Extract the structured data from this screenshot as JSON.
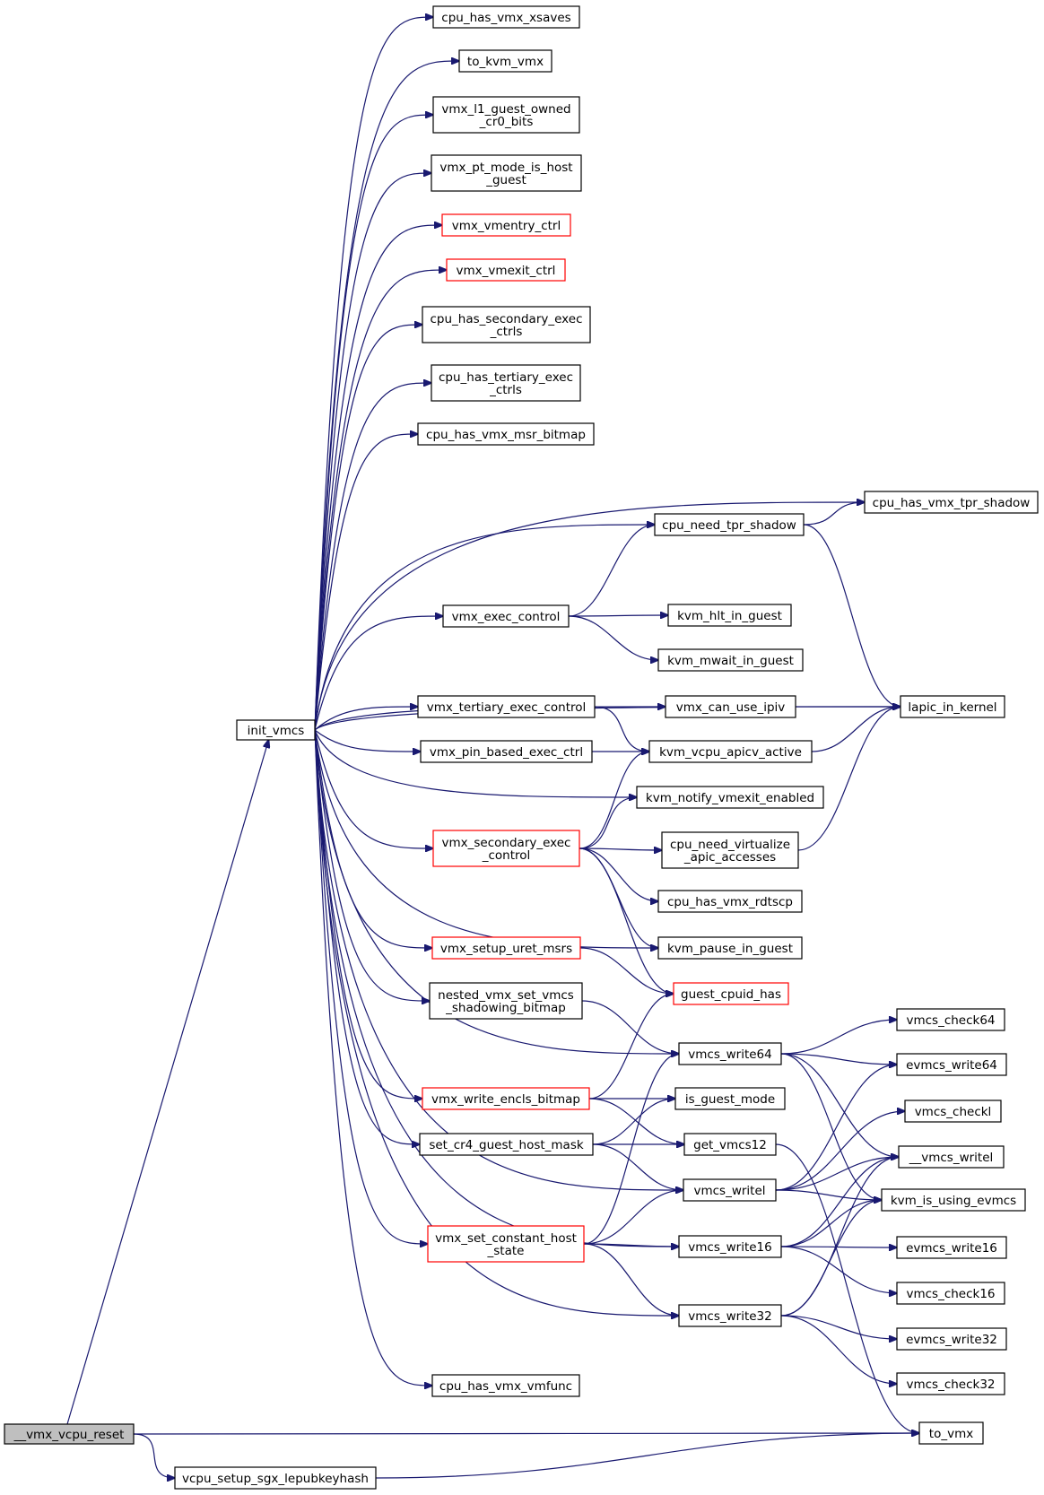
{
  "graph": {
    "title": "",
    "nodes": [
      {
        "id": "vmx_vcpu_reset",
        "label": [
          "__vmx_vcpu_reset"
        ],
        "style": "root"
      },
      {
        "id": "init_vmcs",
        "label": [
          "init_vmcs"
        ],
        "style": "normal"
      },
      {
        "id": "vcpu_setup_sgx_lepubkeyhash",
        "label": [
          "vcpu_setup_sgx_lepubkeyhash"
        ],
        "style": "normal"
      },
      {
        "id": "to_vmx",
        "label": [
          "to_vmx"
        ],
        "style": "normal"
      },
      {
        "id": "cpu_has_vmx_xsaves",
        "label": [
          "cpu_has_vmx_xsaves"
        ],
        "style": "normal"
      },
      {
        "id": "to_kvm_vmx",
        "label": [
          "to_kvm_vmx"
        ],
        "style": "normal"
      },
      {
        "id": "vmx_l1_guest_owned_cr0_bits",
        "label": [
          "vmx_l1_guest_owned",
          "_cr0_bits"
        ],
        "style": "normal"
      },
      {
        "id": "vmx_pt_mode_is_host_guest",
        "label": [
          "vmx_pt_mode_is_host",
          "_guest"
        ],
        "style": "normal"
      },
      {
        "id": "vmx_vmentry_ctrl",
        "label": [
          "vmx_vmentry_ctrl"
        ],
        "style": "red"
      },
      {
        "id": "vmx_vmexit_ctrl",
        "label": [
          "vmx_vmexit_ctrl"
        ],
        "style": "red"
      },
      {
        "id": "cpu_has_secondary_exec_ctrls",
        "label": [
          "cpu_has_secondary_exec",
          "_ctrls"
        ],
        "style": "normal"
      },
      {
        "id": "cpu_has_tertiary_exec_ctrls",
        "label": [
          "cpu_has_tertiary_exec",
          "_ctrls"
        ],
        "style": "normal"
      },
      {
        "id": "cpu_has_vmx_msr_bitmap",
        "label": [
          "cpu_has_vmx_msr_bitmap"
        ],
        "style": "normal"
      },
      {
        "id": "cpu_has_vmx_tpr_shadow",
        "label": [
          "cpu_has_vmx_tpr_shadow"
        ],
        "style": "normal"
      },
      {
        "id": "cpu_need_tpr_shadow",
        "label": [
          "cpu_need_tpr_shadow"
        ],
        "style": "normal"
      },
      {
        "id": "vmx_exec_control",
        "label": [
          "vmx_exec_control"
        ],
        "style": "normal"
      },
      {
        "id": "kvm_hlt_in_guest",
        "label": [
          "kvm_hlt_in_guest"
        ],
        "style": "normal"
      },
      {
        "id": "kvm_mwait_in_guest",
        "label": [
          "kvm_mwait_in_guest"
        ],
        "style": "normal"
      },
      {
        "id": "vmx_can_use_ipiv",
        "label": [
          "vmx_can_use_ipiv"
        ],
        "style": "normal"
      },
      {
        "id": "lapic_in_kernel",
        "label": [
          "lapic_in_kernel"
        ],
        "style": "normal"
      },
      {
        "id": "vmx_tertiary_exec_control",
        "label": [
          "vmx_tertiary_exec_control"
        ],
        "style": "normal"
      },
      {
        "id": "vmx_pin_based_exec_ctrl",
        "label": [
          "vmx_pin_based_exec_ctrl"
        ],
        "style": "normal"
      },
      {
        "id": "kvm_vcpu_apicv_active",
        "label": [
          "kvm_vcpu_apicv_active"
        ],
        "style": "normal"
      },
      {
        "id": "kvm_notify_vmexit_enabled",
        "label": [
          "kvm_notify_vmexit_enabled"
        ],
        "style": "normal"
      },
      {
        "id": "vmx_secondary_exec_control",
        "label": [
          "vmx_secondary_exec",
          "_control"
        ],
        "style": "red"
      },
      {
        "id": "cpu_need_virtualize_apic_accesses",
        "label": [
          "cpu_need_virtualize",
          "_apic_accesses"
        ],
        "style": "normal"
      },
      {
        "id": "cpu_has_vmx_rdtscp",
        "label": [
          "cpu_has_vmx_rdtscp"
        ],
        "style": "normal"
      },
      {
        "id": "vmx_setup_uret_msrs",
        "label": [
          "vmx_setup_uret_msrs"
        ],
        "style": "red"
      },
      {
        "id": "kvm_pause_in_guest",
        "label": [
          "kvm_pause_in_guest"
        ],
        "style": "normal"
      },
      {
        "id": "nested_vmx_set_vmcs_shadowing_bitmap",
        "label": [
          "nested_vmx_set_vmcs",
          "_shadowing_bitmap"
        ],
        "style": "normal"
      },
      {
        "id": "guest_cpuid_has",
        "label": [
          "guest_cpuid_has"
        ],
        "style": "red"
      },
      {
        "id": "vmcs_write64",
        "label": [
          "vmcs_write64"
        ],
        "style": "normal"
      },
      {
        "id": "vmcs_check64",
        "label": [
          "vmcs_check64"
        ],
        "style": "normal"
      },
      {
        "id": "evmcs_write64",
        "label": [
          "evmcs_write64"
        ],
        "style": "normal"
      },
      {
        "id": "vmx_write_encls_bitmap",
        "label": [
          "vmx_write_encls_bitmap"
        ],
        "style": "red"
      },
      {
        "id": "is_guest_mode",
        "label": [
          "is_guest_mode"
        ],
        "style": "normal"
      },
      {
        "id": "vmcs_checkl",
        "label": [
          "vmcs_checkl"
        ],
        "style": "normal"
      },
      {
        "id": "set_cr4_guest_host_mask",
        "label": [
          "set_cr4_guest_host_mask"
        ],
        "style": "normal"
      },
      {
        "id": "get_vmcs12",
        "label": [
          "get_vmcs12"
        ],
        "style": "normal"
      },
      {
        "id": "vmcs_writel_internal",
        "label": [
          "__vmcs_writel"
        ],
        "style": "normal"
      },
      {
        "id": "vmcs_writel",
        "label": [
          "vmcs_writel"
        ],
        "style": "normal"
      },
      {
        "id": "kvm_is_using_evmcs",
        "label": [
          "kvm_is_using_evmcs"
        ],
        "style": "normal"
      },
      {
        "id": "vmx_set_constant_host_state",
        "label": [
          "vmx_set_constant_host",
          "_state"
        ],
        "style": "red"
      },
      {
        "id": "vmcs_write16",
        "label": [
          "vmcs_write16"
        ],
        "style": "normal"
      },
      {
        "id": "evmcs_write16",
        "label": [
          "evmcs_write16"
        ],
        "style": "normal"
      },
      {
        "id": "vmcs_check16",
        "label": [
          "vmcs_check16"
        ],
        "style": "normal"
      },
      {
        "id": "vmcs_write32",
        "label": [
          "vmcs_write32"
        ],
        "style": "normal"
      },
      {
        "id": "evmcs_write32",
        "label": [
          "evmcs_write32"
        ],
        "style": "normal"
      },
      {
        "id": "vmcs_check32",
        "label": [
          "vmcs_check32"
        ],
        "style": "normal"
      },
      {
        "id": "cpu_has_vmx_vmfunc",
        "label": [
          "cpu_has_vmx_vmfunc"
        ],
        "style": "normal"
      }
    ],
    "edges": [
      [
        "vmx_vcpu_reset",
        "init_vmcs"
      ],
      [
        "vmx_vcpu_reset",
        "to_vmx"
      ],
      [
        "vmx_vcpu_reset",
        "vcpu_setup_sgx_lepubkeyhash"
      ],
      [
        "vcpu_setup_sgx_lepubkeyhash",
        "to_vmx"
      ],
      [
        "init_vmcs",
        "cpu_has_vmx_xsaves"
      ],
      [
        "init_vmcs",
        "to_kvm_vmx"
      ],
      [
        "init_vmcs",
        "vmx_l1_guest_owned_cr0_bits"
      ],
      [
        "init_vmcs",
        "vmx_pt_mode_is_host_guest"
      ],
      [
        "init_vmcs",
        "vmx_vmentry_ctrl"
      ],
      [
        "init_vmcs",
        "vmx_vmexit_ctrl"
      ],
      [
        "init_vmcs",
        "cpu_has_secondary_exec_ctrls"
      ],
      [
        "init_vmcs",
        "cpu_has_tertiary_exec_ctrls"
      ],
      [
        "init_vmcs",
        "cpu_has_vmx_msr_bitmap"
      ],
      [
        "init_vmcs",
        "cpu_has_vmx_tpr_shadow"
      ],
      [
        "init_vmcs",
        "cpu_need_tpr_shadow"
      ],
      [
        "init_vmcs",
        "lapic_in_kernel"
      ],
      [
        "init_vmcs",
        "vmx_exec_control"
      ],
      [
        "init_vmcs",
        "vmx_can_use_ipiv"
      ],
      [
        "init_vmcs",
        "vmx_tertiary_exec_control"
      ],
      [
        "init_vmcs",
        "vmx_pin_based_exec_ctrl"
      ],
      [
        "init_vmcs",
        "kvm_notify_vmexit_enabled"
      ],
      [
        "init_vmcs",
        "vmx_secondary_exec_control"
      ],
      [
        "init_vmcs",
        "kvm_pause_in_guest"
      ],
      [
        "init_vmcs",
        "vmx_setup_uret_msrs"
      ],
      [
        "init_vmcs",
        "nested_vmx_set_vmcs_shadowing_bitmap"
      ],
      [
        "init_vmcs",
        "vmcs_write64"
      ],
      [
        "init_vmcs",
        "vmx_write_encls_bitmap"
      ],
      [
        "init_vmcs",
        "set_cr4_guest_host_mask"
      ],
      [
        "init_vmcs",
        "vmcs_writel"
      ],
      [
        "init_vmcs",
        "vmx_set_constant_host_state"
      ],
      [
        "init_vmcs",
        "vmcs_write16"
      ],
      [
        "init_vmcs",
        "vmcs_write32"
      ],
      [
        "init_vmcs",
        "cpu_has_vmx_vmfunc"
      ],
      [
        "cpu_need_tpr_shadow",
        "cpu_has_vmx_tpr_shadow"
      ],
      [
        "cpu_need_tpr_shadow",
        "lapic_in_kernel"
      ],
      [
        "vmx_exec_control",
        "cpu_need_tpr_shadow"
      ],
      [
        "vmx_exec_control",
        "kvm_hlt_in_guest"
      ],
      [
        "vmx_exec_control",
        "kvm_mwait_in_guest"
      ],
      [
        "vmx_can_use_ipiv",
        "lapic_in_kernel"
      ],
      [
        "vmx_tertiary_exec_control",
        "kvm_vcpu_apicv_active"
      ],
      [
        "vmx_pin_based_exec_ctrl",
        "kvm_vcpu_apicv_active"
      ],
      [
        "kvm_vcpu_apicv_active",
        "lapic_in_kernel"
      ],
      [
        "vmx_secondary_exec_control",
        "kvm_vcpu_apicv_active"
      ],
      [
        "vmx_secondary_exec_control",
        "kvm_notify_vmexit_enabled"
      ],
      [
        "vmx_secondary_exec_control",
        "cpu_need_virtualize_apic_accesses"
      ],
      [
        "vmx_secondary_exec_control",
        "cpu_has_vmx_rdtscp"
      ],
      [
        "vmx_secondary_exec_control",
        "kvm_pause_in_guest"
      ],
      [
        "vmx_secondary_exec_control",
        "guest_cpuid_has"
      ],
      [
        "cpu_need_virtualize_apic_accesses",
        "lapic_in_kernel"
      ],
      [
        "vmx_setup_uret_msrs",
        "guest_cpuid_has"
      ],
      [
        "nested_vmx_set_vmcs_shadowing_bitmap",
        "vmcs_write64"
      ],
      [
        "vmcs_write64",
        "vmcs_check64"
      ],
      [
        "vmcs_write64",
        "evmcs_write64"
      ],
      [
        "vmcs_write64",
        "vmcs_writel_internal"
      ],
      [
        "vmcs_write64",
        "kvm_is_using_evmcs"
      ],
      [
        "vmx_write_encls_bitmap",
        "guest_cpuid_has"
      ],
      [
        "vmx_write_encls_bitmap",
        "is_guest_mode"
      ],
      [
        "vmx_write_encls_bitmap",
        "get_vmcs12"
      ],
      [
        "set_cr4_guest_host_mask",
        "is_guest_mode"
      ],
      [
        "set_cr4_guest_host_mask",
        "get_vmcs12"
      ],
      [
        "set_cr4_guest_host_mask",
        "vmcs_writel"
      ],
      [
        "get_vmcs12",
        "to_vmx"
      ],
      [
        "vmcs_writel",
        "evmcs_write64"
      ],
      [
        "vmcs_writel",
        "vmcs_checkl"
      ],
      [
        "vmcs_writel",
        "vmcs_writel_internal"
      ],
      [
        "vmcs_writel",
        "kvm_is_using_evmcs"
      ],
      [
        "vmx_set_constant_host_state",
        "vmcs_write64"
      ],
      [
        "vmx_set_constant_host_state",
        "vmcs_writel"
      ],
      [
        "vmx_set_constant_host_state",
        "vmcs_write16"
      ],
      [
        "vmx_set_constant_host_state",
        "vmcs_write32"
      ],
      [
        "vmcs_write16",
        "vmcs_writel_internal"
      ],
      [
        "vmcs_write16",
        "kvm_is_using_evmcs"
      ],
      [
        "vmcs_write16",
        "evmcs_write16"
      ],
      [
        "vmcs_write16",
        "vmcs_check16"
      ],
      [
        "vmcs_write32",
        "vmcs_writel_internal"
      ],
      [
        "vmcs_write32",
        "kvm_is_using_evmcs"
      ],
      [
        "vmcs_write32",
        "evmcs_write32"
      ],
      [
        "vmcs_write32",
        "vmcs_check32"
      ]
    ]
  }
}
